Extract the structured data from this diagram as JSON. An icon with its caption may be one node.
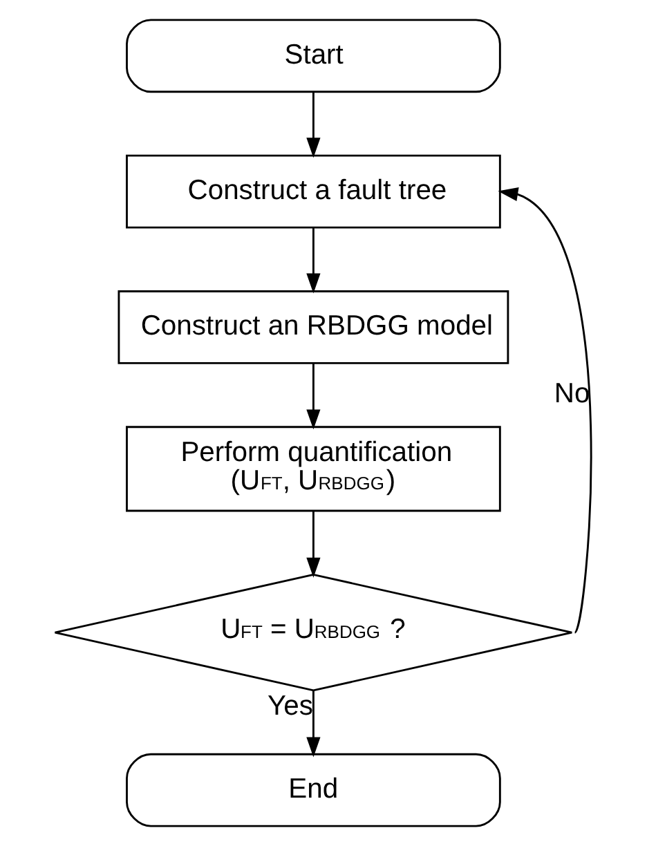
{
  "diagram": {
    "nodes": [
      {
        "text": [
          "Start"
        ]
      },
      {
        "text": [
          "Construct a fault tree"
        ]
      },
      {
        "text": [
          "Construct an RBDGG model"
        ]
      },
      {
        "text": [
          "Perform quantification",
          "(U$_{FT}$, U$_{RBDGG}$)"
        ]
      },
      {
        "text": [
          "U$_{FT}$ = U$_{RBDGG}$ ?"
        ]
      },
      {
        "text": [
          "End"
        ]
      }
    ],
    "edges": [
      {
        "from": 0,
        "to": 1,
        "arrow": "to"
      },
      {
        "from": 1,
        "to": 2,
        "arrow": "to"
      },
      {
        "from": 2,
        "to": 3,
        "arrow": "to"
      },
      {
        "from": 3,
        "to": 4,
        "arrow": "to"
      },
      {
        "from": 4,
        "to": 5,
        "arrow": "to",
        "label": "Yes"
      },
      {
        "from": 4,
        "to": 1,
        "arrow": "to",
        "label": "No"
      }
    ]
  }
}
